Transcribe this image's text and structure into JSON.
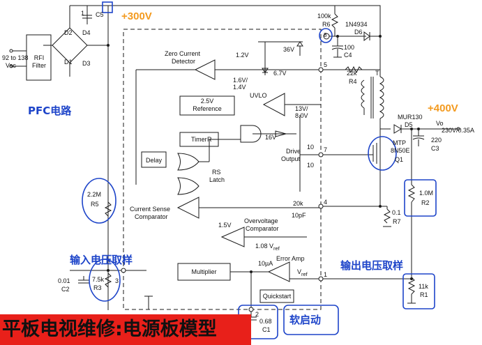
{
  "power_labels": {
    "v300": "+300V",
    "v400": "+400V"
  },
  "section_labels": {
    "pfc": "PFC电路",
    "input_sampling": "输入电压取样",
    "output_sampling": "输出电压取样",
    "soft_start": "软启动"
  },
  "banner": "平板电视维修:电源板模型",
  "input": {
    "voltage_line1": "92 to 138",
    "voltage_line2": "Vac",
    "filter_line1": "RFI",
    "filter_line2": "Filter"
  },
  "bridge": {
    "d1": "D1",
    "d2": "D2",
    "d3": "D3",
    "d4": "D4"
  },
  "components": {
    "c5_value": "1",
    "c5_name": "C5",
    "r6_value": "100k",
    "r6_name": "R6",
    "d6_type": "1N4934",
    "d6_name": "D6",
    "c4_value": "100",
    "c4_name": "C4",
    "r4_value": "22k",
    "r4_name": "R4",
    "t_name": "T",
    "d5_type": "MUR130",
    "d5_name": "D5",
    "vo_label": "Vo",
    "vo_value": "230V/0.35A",
    "c3_value": "220",
    "c3_name": "C3",
    "q1_type_line1": "MTP",
    "q1_type_line2": "8N50E",
    "q1_name": "Q1",
    "r2_value": "1.0M",
    "r2_name": "R2",
    "r7_value": "0.1",
    "r7_name": "R7",
    "r1_value": "11k",
    "r1_name": "R1",
    "r5_value": "2.2M",
    "r5_name": "R5",
    "c2_value": "0.01",
    "c2_name": "C2",
    "r3_value": "7.5k",
    "r3_name": "R3",
    "c1_value": "0.68",
    "c1_name": "C1",
    "r20k": "20k",
    "c10pf": "10pF",
    "r10a": "10",
    "r10b": "10"
  },
  "ic_blocks": {
    "zcd_line1": "Zero Current",
    "zcd_line2": "Detector",
    "ref_line1": "2.5V",
    "ref_line2": "Reference",
    "uvlo": "UVLO",
    "timer": "Timer",
    "delay": "Delay",
    "rs_latch_line1": "RS",
    "rs_latch_line2": "Latch",
    "drive_line1": "Drive",
    "drive_line2": "Output",
    "cs_comp_line1": "Current Sense",
    "cs_comp_line2": "Comparator",
    "ov_comp_line1": "Overvoltage",
    "ov_comp_line2": "Comparator",
    "multiplier": "Multiplier",
    "error_amp": "Error Amp",
    "quickstart": "Quickstart",
    "v12": "1.2V",
    "v36": "36V",
    "v67": "6.7V",
    "v16_14_line1": "1.6V/",
    "v16_14_line2": "1.4V",
    "v13_8_line1": "13V/",
    "v13_8_line2": "8.0V",
    "v16": "16V",
    "v15": "1.5V",
    "vref1": "1.08 V",
    "vref1_sub": "ref",
    "ua10": "10µA",
    "vref2": "V",
    "vref2_sub": "ref"
  },
  "pins": {
    "p1": "1",
    "p2": "2",
    "p3": "3",
    "p4": "4",
    "p5": "5",
    "p7": "7",
    "p8": "8"
  }
}
